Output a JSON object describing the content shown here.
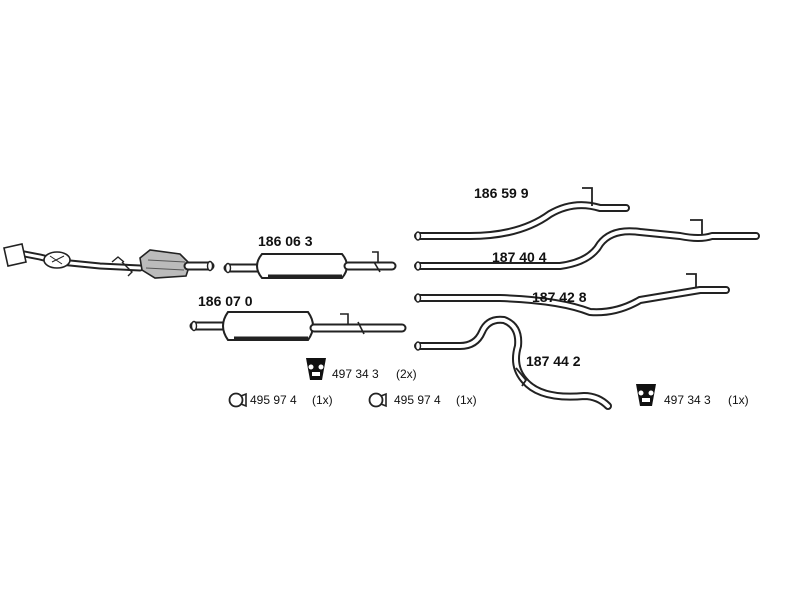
{
  "parts": {
    "p186063": "186 06 3",
    "p186070": "186 07 0",
    "p186599": "186 59 9",
    "p187404": "187 40 4",
    "p187428": "187 42 8",
    "p187442": "187 44 2"
  },
  "accessories": {
    "mount_center": {
      "number": "497 34 3",
      "qty": "(2x)",
      "icon": "rubber-mount-icon"
    },
    "clamp_left": {
      "number": "495 97 4",
      "qty": "(1x)",
      "icon": "pipe-clamp-icon"
    },
    "clamp_mid": {
      "number": "495 97 4",
      "qty": "(1x)",
      "icon": "pipe-clamp-icon"
    },
    "mount_right": {
      "number": "497 34 3",
      "qty": "(1x)",
      "icon": "rubber-mount-icon"
    }
  },
  "colors": {
    "ink": "#222222",
    "background": "#ffffff"
  }
}
